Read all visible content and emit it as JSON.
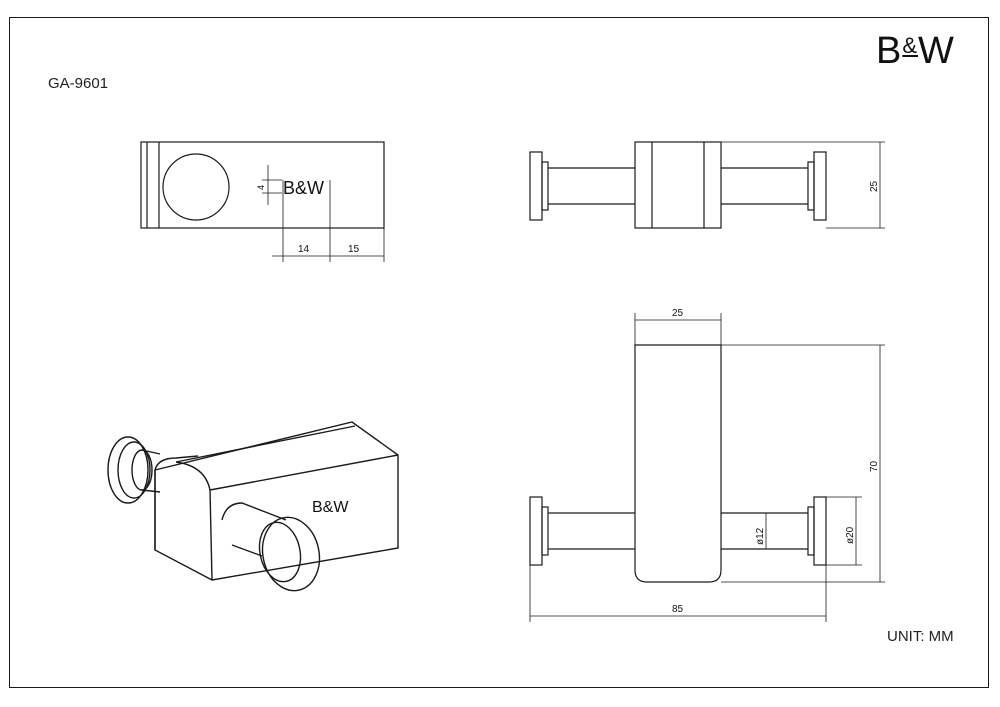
{
  "brand": {
    "logo_text": "B&W",
    "logo_left": "B",
    "logo_amp": "&",
    "logo_right": "W"
  },
  "drawing": {
    "code": "GA-9601",
    "unit": "UNIT: MM"
  },
  "dimensions": {
    "logo_height": "4",
    "logo_offset_a": "14",
    "logo_offset_b": "15",
    "front_height": "25",
    "top_width": "25",
    "body_length": "70",
    "pin_diameter": "ø12",
    "knob_diameter": "ø20",
    "overall_width": "85"
  },
  "views": [
    "top-view",
    "front-view",
    "side-view",
    "isometric-view"
  ]
}
